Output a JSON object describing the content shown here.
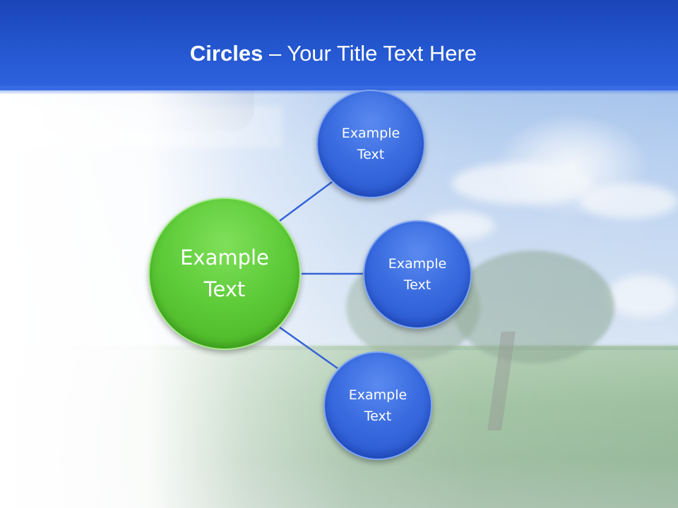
{
  "title": {
    "bold": "Circles",
    "rest": " – Your Title Text Here"
  },
  "diagram": {
    "center": {
      "label": "Example\nText"
    },
    "nodes": [
      {
        "label": "Example\nText"
      },
      {
        "label": "Example\nText"
      },
      {
        "label": "Example\nText"
      }
    ]
  },
  "colors": {
    "header": "#2457d0",
    "node_blue": "#3a6ce0",
    "center_green": "#5fcc3a",
    "connector": "#3464d6"
  }
}
